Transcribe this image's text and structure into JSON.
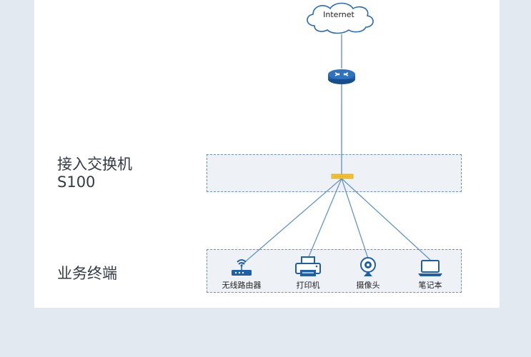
{
  "internet_label": "Internet",
  "layers": {
    "switch": {
      "line1": "接入交换机",
      "line2": "S100"
    },
    "devices": {
      "label": "业务终端"
    }
  },
  "devices": [
    {
      "label": "无线路由器",
      "icon": "wifi-router-icon"
    },
    {
      "label": "打印机",
      "icon": "printer-icon"
    },
    {
      "label": "摄像头",
      "icon": "camera-icon"
    },
    {
      "label": "笔记本",
      "icon": "laptop-icon"
    }
  ],
  "colors": {
    "link": "#5a8fc8",
    "band_border": "#6f8fb8",
    "band_fill": "#eef2f7",
    "router": "#1f5fa8",
    "switch": "#f4c430",
    "device": "#1f5fa8",
    "background": "#e3e9f0"
  }
}
